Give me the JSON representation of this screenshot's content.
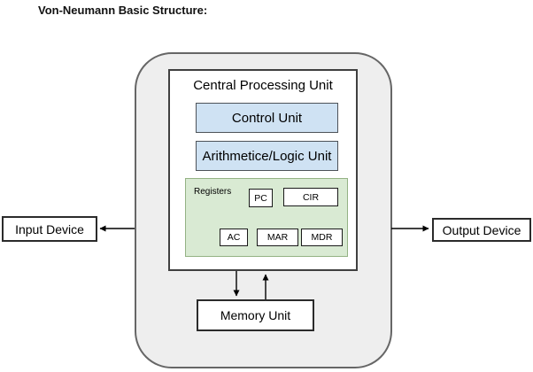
{
  "title": "Von-Neumann Basic Structure:",
  "cpu": {
    "label": "Central Processing Unit",
    "control_unit": "Control Unit",
    "alu": "Arithmetice/Logic Unit",
    "registers": {
      "label": "Registers",
      "pc": "PC",
      "cir": "CIR",
      "ac": "AC",
      "mar": "MAR",
      "mdr": "MDR"
    }
  },
  "memory_unit": "Memory Unit",
  "input_device": "Input Device",
  "output_device": "Output Device",
  "colors": {
    "boundary_fill": "#eeeeee",
    "boundary_border": "#666666",
    "blue_fill": "#cfe2f3",
    "green_fill": "#d9ead3",
    "green_border": "#94b284",
    "box_border": "#404040",
    "arrow": "#000000"
  }
}
